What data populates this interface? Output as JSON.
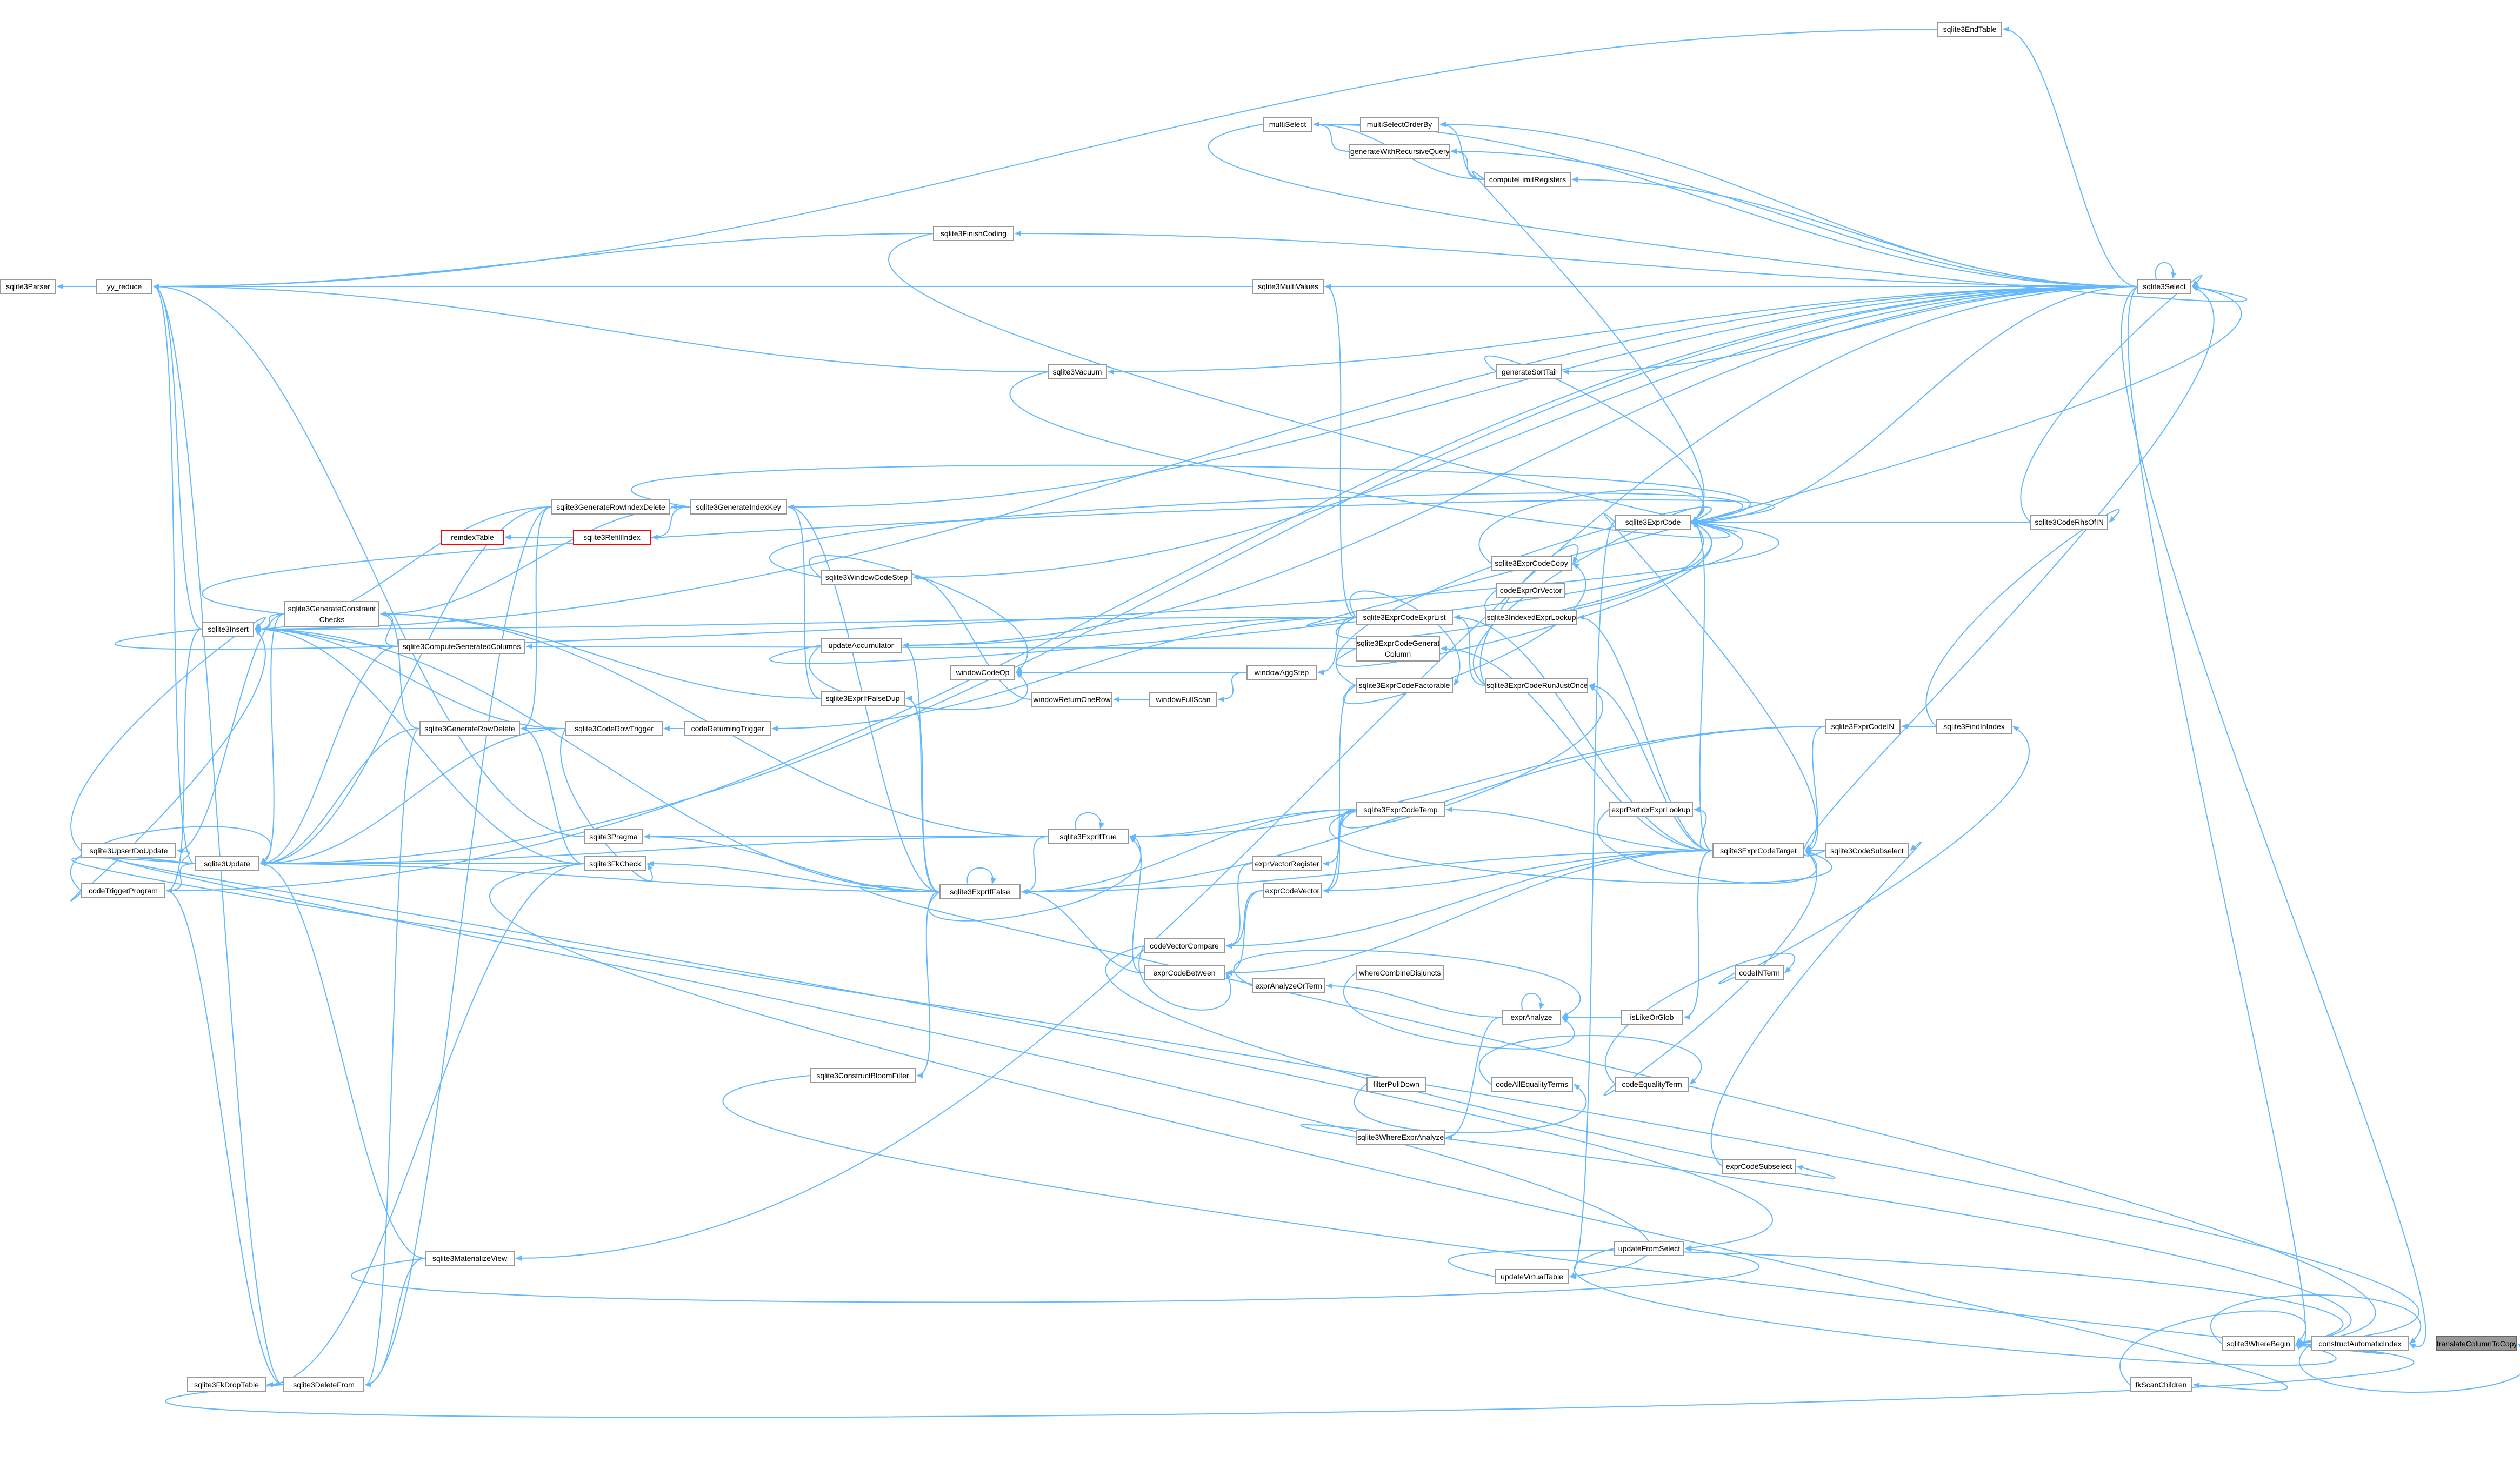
{
  "graph": {
    "colors": {
      "edge": "#63b8ff",
      "node_border": "#999999",
      "highlight_border": "#ff0000",
      "root_fill": "#999999"
    },
    "root": "translateColumnToCopy",
    "nodes": {
      "translateColumnToCopy": "translateColumnToCopy",
      "constructAutomaticIndex": "constructAutomaticIndex",
      "sqlite3WhereBegin": "sqlite3WhereBegin",
      "fkScanChildren": "fkScanChildren",
      "updateFromSelect": "updateFromSelect",
      "updateVirtualTable": "updateVirtualTable",
      "exprCodeSubselect": "exprCodeSubselect",
      "codeEqualityTerm": "codeEqualityTerm",
      "codeAllEqualityTerms": "codeAllEqualityTerms",
      "filterPullDown": "filterPullDown",
      "sqlite3WhereExprAnalyze": "sqlite3WhereExprAnalyze",
      "isLikeOrGlob": "isLikeOrGlob",
      "exprAnalyze": "exprAnalyze",
      "whereCombineDisjuncts": "whereCombineDisjuncts",
      "exprAnalyzeOrTerm": "exprAnalyzeOrTerm",
      "codeINTerm": "codeINTerm",
      "sqlite3CodeSubselect": "sqlite3CodeSubselect",
      "sqlite3FindInIndex": "sqlite3FindInIndex",
      "sqlite3CodeRhsOfIN": "sqlite3CodeRhsOfIN",
      "sqlite3ExprCodeIN": "sqlite3ExprCodeIN",
      "sqlite3ExprCodeTarget": "sqlite3ExprCodeTarget",
      "exprPartidxExprLookup": "exprPartidxExprLookup",
      "sqlite3ExprCode": "sqlite3ExprCode",
      "sqlite3ExprCodeCopy": "sqlite3ExprCodeCopy",
      "codeExprOrVector": "codeExprOrVector",
      "sqlite3IndexedExprLookup": "sqlite3IndexedExprLookup",
      "sqlite3ExprCodeExprList": "sqlite3ExprCodeExprList",
      "sqlite3ExprCodeGeneratedColumn": "sqlite3ExprCodeGenerated Column",
      "sqlite3ExprCodeFactorable": "sqlite3ExprCodeFactorable",
      "sqlite3ExprCodeRunJustOnce": "sqlite3ExprCodeRunJustOnce",
      "sqlite3ExprCodeTemp": "sqlite3ExprCodeTemp",
      "exprVectorRegister": "exprVectorRegister",
      "exprCodeVector": "exprCodeVector",
      "codeVectorCompare": "codeVectorCompare",
      "exprCodeBetween": "exprCodeBetween",
      "sqlite3ExprIfTrue": "sqlite3ExprIfTrue",
      "sqlite3ExprIfFalse": "sqlite3ExprIfFalse",
      "sqlite3ExprIfFalseDup": "sqlite3ExprIfFalseDup",
      "sqlite3ConstructBloomFilter": "sqlite3ConstructBloomFilter",
      "sqlite3Select": "sqlite3Select",
      "sqlite3EndTable": "sqlite3EndTable",
      "multiSelect": "multiSelect",
      "multiSelectOrderBy": "multiSelectOrderBy",
      "generateWithRecursiveQuery": "generateWithRecursiveQuery",
      "computeLimitRegisters": "computeLimitRegisters",
      "sqlite3FinishCoding": "sqlite3FinishCoding",
      "sqlite3MultiValues": "sqlite3MultiValues",
      "sqlite3Vacuum": "sqlite3Vacuum",
      "generateSortTail": "generateSortTail",
      "yy_reduce": "yy_reduce",
      "sqlite3Parser": "sqlite3Parser",
      "sqlite3WindowCodeStep": "sqlite3WindowCodeStep",
      "updateAccumulator": "updateAccumulator",
      "windowCodeOp": "windowCodeOp",
      "windowAggStep": "windowAggStep",
      "windowReturnOneRow": "windowReturnOneRow",
      "windowFullScan": "windowFullScan",
      "sqlite3GenerateIndexKey": "sqlite3GenerateIndexKey",
      "sqlite3GenerateRowIndexDelete": "sqlite3GenerateRowIndexDelete",
      "reindexTable": "reindexTable",
      "sqlite3RefillIndex": "sqlite3RefillIndex",
      "sqlite3Insert": "sqlite3Insert",
      "sqlite3GenerateConstraintChecks": "sqlite3GenerateConstraint Checks",
      "sqlite3ComputeGeneratedColumns": "sqlite3ComputeGeneratedColumns",
      "sqlite3GenerateRowDelete": "sqlite3GenerateRowDelete",
      "sqlite3CodeRowTrigger": "sqlite3CodeRowTrigger",
      "codeReturningTrigger": "codeReturningTrigger",
      "codeTriggerProgram": "codeTriggerProgram",
      "sqlite3UpsertDoUpdate": "sqlite3UpsertDoUpdate",
      "sqlite3Update": "sqlite3Update",
      "sqlite3Pragma": "sqlite3Pragma",
      "sqlite3FkCheck": "sqlite3FkCheck",
      "sqlite3MaterializeView": "sqlite3MaterializeView",
      "sqlite3FkDropTable": "sqlite3FkDropTable",
      "sqlite3DeleteFrom": "sqlite3DeleteFrom"
    },
    "edges": [
      [
        "constructAutomaticIndex",
        "translateColumnToCopy"
      ],
      [
        "sqlite3WhereBegin",
        "constructAutomaticIndex"
      ],
      [
        "sqlite3Select",
        "constructAutomaticIndex"
      ],
      [
        "fkScanChildren",
        "sqlite3WhereBegin"
      ],
      [
        "updateFromSelect",
        "sqlite3WhereBegin"
      ],
      [
        "updateVirtualTable",
        "sqlite3WhereBegin"
      ],
      [
        "sqlite3Select",
        "sqlite3WhereBegin"
      ],
      [
        "sqlite3Update",
        "sqlite3WhereBegin"
      ],
      [
        "sqlite3DeleteFrom",
        "sqlite3WhereBegin"
      ],
      [
        "sqlite3WhereExprAnalyze",
        "sqlite3WhereBegin"
      ],
      [
        "sqlite3ConstructBloomFilter",
        "sqlite3WhereBegin"
      ],
      [
        "sqlite3ExprIfFalse",
        "sqlite3WhereBegin"
      ],
      [
        "sqlite3FkCheck",
        "fkScanChildren"
      ],
      [
        "sqlite3Update",
        "updateFromSelect"
      ],
      [
        "sqlite3MaterializeView",
        "updateFromSelect"
      ],
      [
        "sqlite3Update",
        "updateVirtualTable"
      ],
      [
        "sqlite3ExprCode",
        "updateVirtualTable"
      ],
      [
        "exprCodeSubselect",
        "sqlite3CodeSubselect"
      ],
      [
        "codeVectorCompare",
        "exprCodeSubselect"
      ],
      [
        "codeEqualityTerm",
        "codeINTerm"
      ],
      [
        "codeEqualityTerm",
        "sqlite3ExprCodeTarget"
      ],
      [
        "codeAllEqualityTerms",
        "codeEqualityTerm"
      ],
      [
        "filterPullDown",
        "codeAllEqualityTerms"
      ],
      [
        "exprAnalyze",
        "sqlite3WhereExprAnalyze"
      ],
      [
        "isLikeOrGlob",
        "exprAnalyze"
      ],
      [
        "exprAnalyze",
        "exprAnalyze"
      ],
      [
        "whereCombineDisjuncts",
        "exprAnalyze"
      ],
      [
        "exprAnalyzeOrTerm",
        "exprAnalyze"
      ],
      [
        "exprAnalyze",
        "exprAnalyzeOrTerm"
      ],
      [
        "sqlite3ExprCodeTarget",
        "isLikeOrGlob"
      ],
      [
        "codeINTerm",
        "sqlite3FindInIndex"
      ],
      [
        "sqlite3CodeSubselect",
        "sqlite3ExprCodeTarget"
      ],
      [
        "sqlite3CodeSubselect",
        "sqlite3Select"
      ],
      [
        "sqlite3FindInIndex",
        "sqlite3CodeRhsOfIN"
      ],
      [
        "sqlite3FindInIndex",
        "sqlite3ExprCodeIN"
      ],
      [
        "sqlite3CodeRhsOfIN",
        "sqlite3Select"
      ],
      [
        "sqlite3CodeRhsOfIN",
        "sqlite3ExprCode"
      ],
      [
        "sqlite3ExprCodeIN",
        "sqlite3ExprCodeTarget"
      ],
      [
        "sqlite3ExprCodeIN",
        "sqlite3ExprIfTrue"
      ],
      [
        "sqlite3ExprCodeIN",
        "sqlite3ExprIfFalse"
      ],
      [
        "sqlite3ExprCodeTarget",
        "sqlite3ExprCode"
      ],
      [
        "sqlite3ExprCode",
        "sqlite3ExprCodeTarget"
      ],
      [
        "sqlite3ExprCodeTarget",
        "sqlite3ExprCodeTemp"
      ],
      [
        "sqlite3ExprCodeTarget",
        "exprCodeBetween"
      ],
      [
        "sqlite3ExprCodeTarget",
        "exprCodeVector"
      ],
      [
        "sqlite3ExprCodeTarget",
        "sqlite3ExprCodeRunJustOnce"
      ],
      [
        "sqlite3ExprCodeTarget",
        "sqlite3ExprCodeExprList"
      ],
      [
        "sqlite3ExprCodeTarget",
        "sqlite3ExprCodeGeneratedColumn"
      ],
      [
        "exprPartidxExprLookup",
        "sqlite3ExprCodeTarget"
      ],
      [
        "sqlite3ExprCodeTarget",
        "exprPartidxExprLookup"
      ],
      [
        "sqlite3ExprCodeTarget",
        "sqlite3IndexedExprLookup"
      ],
      [
        "sqlite3ExprCodeTarget",
        "codeVectorCompare"
      ],
      [
        "sqlite3ExprCodeTarget",
        "sqlite3ExprIfFalse"
      ],
      [
        "sqlite3ExprCodeCopy",
        "sqlite3ExprCode"
      ],
      [
        "codeExprOrVector",
        "sqlite3ExprCode"
      ],
      [
        "sqlite3ExprCodeFactorable",
        "sqlite3ExprCode"
      ],
      [
        "sqlite3ExprCodeExprList",
        "sqlite3ExprCode"
      ],
      [
        "sqlite3ExprCodeRunJustOnce",
        "sqlite3ExprCode"
      ],
      [
        "sqlite3ExprCodeGeneratedColumn",
        "sqlite3ExprCode"
      ],
      [
        "generateSortTail",
        "sqlite3ExprCode"
      ],
      [
        "sqlite3Vacuum",
        "sqlite3ExprCode"
      ],
      [
        "sqlite3WindowCodeStep",
        "sqlite3ExprCode"
      ],
      [
        "updateAccumulator",
        "sqlite3ExprCode"
      ],
      [
        "sqlite3GenerateIndexKey",
        "sqlite3ExprCode"
      ],
      [
        "sqlite3Insert",
        "sqlite3ExprCode"
      ],
      [
        "sqlite3GenerateConstraintChecks",
        "sqlite3ExprCode"
      ],
      [
        "sqlite3FinishCoding",
        "sqlite3ExprCode"
      ],
      [
        "computeLimitRegisters",
        "sqlite3ExprCode"
      ],
      [
        "sqlite3Select",
        "sqlite3ExprCode"
      ],
      [
        "sqlite3ExprCodeRunJustOnce",
        "sqlite3ExprCodeCopy"
      ],
      [
        "sqlite3ExprCodeFactorable",
        "sqlite3ExprCodeCopy"
      ],
      [
        "sqlite3ExprCodeExprList",
        "sqlite3ExprCodeFactorable"
      ],
      [
        "sqlite3ExprCodeTemp",
        "sqlite3ExprCodeRunJustOnce"
      ],
      [
        "sqlite3ExprCodeRunJustOnce",
        "sqlite3ExprCodeExprList"
      ],
      [
        "sqlite3ExprCodeExprList",
        "sqlite3MultiValues"
      ],
      [
        "sqlite3ExprCodeExprList",
        "updateAccumulator"
      ],
      [
        "sqlite3ExprCodeExprList",
        "sqlite3Select"
      ],
      [
        "sqlite3ExprCodeExprList",
        "sqlite3Insert"
      ],
      [
        "sqlite3ExprCodeGeneratedColumn",
        "sqlite3ComputeGeneratedColumns"
      ],
      [
        "sqlite3ExprCodeFactorable",
        "exprCodeVector"
      ],
      [
        "sqlite3ExprCodeTemp",
        "exprVectorRegister"
      ],
      [
        "sqlite3ExprCodeTemp",
        "exprCodeVector"
      ],
      [
        "sqlite3ExprCodeTemp",
        "sqlite3ExprIfTrue"
      ],
      [
        "sqlite3ExprCodeTemp",
        "sqlite3ExprIfFalse"
      ],
      [
        "sqlite3ExprCodeTemp",
        "sqlite3ExprCodeTarget"
      ],
      [
        "exprVectorRegister",
        "codeVectorCompare"
      ],
      [
        "exprCodeVector",
        "codeVectorCompare"
      ],
      [
        "exprCodeVector",
        "exprCodeBetween"
      ],
      [
        "codeVectorCompare",
        "exprCodeBetween"
      ],
      [
        "exprCodeBetween",
        "sqlite3ExprIfTrue"
      ],
      [
        "exprCodeBetween",
        "sqlite3ExprIfFalse"
      ],
      [
        "sqlite3ExprIfTrue",
        "sqlite3ExprIfFalse"
      ],
      [
        "sqlite3ExprIfFalse",
        "sqlite3ExprIfTrue"
      ],
      [
        "sqlite3ExprIfTrue",
        "sqlite3ExprIfTrue"
      ],
      [
        "sqlite3ExprIfFalse",
        "sqlite3ExprIfFalse"
      ],
      [
        "sqlite3ExprIfTrue",
        "sqlite3Pragma"
      ],
      [
        "sqlite3ExprIfTrue",
        "sqlite3Update"
      ],
      [
        "sqlite3ExprIfTrue",
        "sqlite3GenerateConstraintChecks"
      ],
      [
        "sqlite3ExprIfFalse",
        "sqlite3ExprIfFalseDup"
      ],
      [
        "sqlite3ExprIfFalse",
        "sqlite3ConstructBloomFilter"
      ],
      [
        "sqlite3ExprIfFalse",
        "sqlite3FkCheck"
      ],
      [
        "sqlite3ExprIfFalse",
        "sqlite3Update"
      ],
      [
        "sqlite3ExprIfFalse",
        "sqlite3Insert"
      ],
      [
        "sqlite3ExprIfFalse",
        "updateAccumulator"
      ],
      [
        "sqlite3ExprIfFalse",
        "sqlite3Pragma"
      ],
      [
        "sqlite3ExprIfFalse",
        "sqlite3GenerateIndexKey"
      ],
      [
        "sqlite3ExprIfFalseDup",
        "sqlite3GenerateIndexKey"
      ],
      [
        "sqlite3ExprIfFalseDup",
        "sqlite3GenerateConstraintChecks"
      ],
      [
        "sqlite3Select",
        "sqlite3Select"
      ],
      [
        "sqlite3Select",
        "sqlite3EndTable"
      ],
      [
        "sqlite3Select",
        "multiSelect"
      ],
      [
        "sqlite3Select",
        "multiSelectOrderBy"
      ],
      [
        "sqlite3Select",
        "generateWithRecursiveQuery"
      ],
      [
        "sqlite3Select",
        "sqlite3FinishCoding"
      ],
      [
        "sqlite3Select",
        "sqlite3MultiValues"
      ],
      [
        "sqlite3Select",
        "yy_reduce"
      ],
      [
        "sqlite3Select",
        "sqlite3Insert"
      ],
      [
        "sqlite3Select",
        "sqlite3Update"
      ],
      [
        "sqlite3Select",
        "codeTriggerProgram"
      ],
      [
        "sqlite3Select",
        "computeLimitRegisters"
      ],
      [
        "sqlite3Select",
        "generateSortTail"
      ],
      [
        "sqlite3Select",
        "sqlite3WindowCodeStep"
      ],
      [
        "sqlite3Select",
        "updateAccumulator"
      ],
      [
        "sqlite3Select",
        "sqlite3Vacuum"
      ],
      [
        "sqlite3Select",
        "sqlite3GenerateIndexKey"
      ],
      [
        "sqlite3Select",
        "sqlite3MaterializeView"
      ],
      [
        "sqlite3EndTable",
        "yy_reduce"
      ],
      [
        "multiSelectOrderBy",
        "multiSelect"
      ],
      [
        "generateWithRecursiveQuery",
        "multiSelect"
      ],
      [
        "computeLimitRegisters",
        "multiSelect"
      ],
      [
        "computeLimitRegisters",
        "multiSelectOrderBy"
      ],
      [
        "computeLimitRegisters",
        "generateWithRecursiveQuery"
      ],
      [
        "multiSelect",
        "sqlite3Select"
      ],
      [
        "sqlite3FinishCoding",
        "yy_reduce"
      ],
      [
        "sqlite3MultiValues",
        "yy_reduce"
      ],
      [
        "sqlite3Vacuum",
        "yy_reduce"
      ],
      [
        "yy_reduce",
        "sqlite3Parser"
      ],
      [
        "sqlite3WindowCodeStep",
        "windowCodeOp"
      ],
      [
        "updateAccumulator",
        "windowCodeOp"
      ],
      [
        "windowAggStep",
        "windowCodeOp"
      ],
      [
        "windowAggStep",
        "windowFullScan"
      ],
      [
        "windowFullScan",
        "windowReturnOneRow"
      ],
      [
        "windowReturnOneRow",
        "sqlite3WindowCodeStep"
      ],
      [
        "sqlite3ExprCodeExprList",
        "windowAggStep"
      ],
      [
        "sqlite3GenerateIndexKey",
        "sqlite3GenerateRowIndexDelete"
      ],
      [
        "sqlite3GenerateIndexKey",
        "sqlite3RefillIndex"
      ],
      [
        "sqlite3GenerateIndexKey",
        "sqlite3GenerateConstraintChecks"
      ],
      [
        "sqlite3RefillIndex",
        "reindexTable"
      ],
      [
        "sqlite3GenerateRowIndexDelete",
        "sqlite3GenerateRowDelete"
      ],
      [
        "sqlite3GenerateRowIndexDelete",
        "sqlite3Update"
      ],
      [
        "sqlite3GenerateRowIndexDelete",
        "sqlite3Insert"
      ],
      [
        "sqlite3GenerateRowIndexDelete",
        "sqlite3DeleteFrom"
      ],
      [
        "sqlite3Insert",
        "yy_reduce"
      ],
      [
        "sqlite3Insert",
        "codeTriggerProgram"
      ],
      [
        "sqlite3GenerateConstraintChecks",
        "sqlite3Insert"
      ],
      [
        "sqlite3GenerateConstraintChecks",
        "sqlite3Update"
      ],
      [
        "sqlite3GenerateConstraintChecks",
        "sqlite3UpsertDoUpdate"
      ],
      [
        "sqlite3ComputeGeneratedColumns",
        "sqlite3Insert"
      ],
      [
        "sqlite3ComputeGeneratedColumns",
        "sqlite3Update"
      ],
      [
        "sqlite3ComputeGeneratedColumns",
        "sqlite3GenerateConstraintChecks"
      ],
      [
        "sqlite3GenerateRowDelete",
        "sqlite3DeleteFrom"
      ],
      [
        "sqlite3GenerateRowDelete",
        "sqlite3Update"
      ],
      [
        "sqlite3GenerateRowDelete",
        "sqlite3GenerateConstraintChecks"
      ],
      [
        "sqlite3CodeRowTrigger",
        "sqlite3GenerateRowDelete"
      ],
      [
        "sqlite3CodeRowTrigger",
        "sqlite3Update"
      ],
      [
        "sqlite3CodeRowTrigger",
        "sqlite3Insert"
      ],
      [
        "sqlite3CodeRowTrigger",
        "sqlite3FkCheck"
      ],
      [
        "codeReturningTrigger",
        "sqlite3CodeRowTrigger"
      ],
      [
        "sqlite3ExprCodeExprList",
        "codeReturningTrigger"
      ],
      [
        "sqlite3UpsertDoUpdate",
        "sqlite3Insert"
      ],
      [
        "codeTriggerProgram",
        "sqlite3Insert"
      ],
      [
        "codeTriggerProgram",
        "sqlite3Update"
      ],
      [
        "sqlite3Update",
        "yy_reduce"
      ],
      [
        "sqlite3Update",
        "codeTriggerProgram"
      ],
      [
        "sqlite3Update",
        "sqlite3UpsertDoUpdate"
      ],
      [
        "sqlite3FkCheck",
        "sqlite3Update"
      ],
      [
        "sqlite3FkCheck",
        "sqlite3Insert"
      ],
      [
        "sqlite3FkCheck",
        "sqlite3GenerateRowDelete"
      ],
      [
        "sqlite3FkCheck",
        "sqlite3FkDropTable"
      ],
      [
        "sqlite3Pragma",
        "yy_reduce"
      ],
      [
        "sqlite3MaterializeView",
        "sqlite3Update"
      ],
      [
        "sqlite3MaterializeView",
        "sqlite3DeleteFrom"
      ],
      [
        "sqlite3DeleteFrom",
        "yy_reduce"
      ],
      [
        "sqlite3DeleteFrom",
        "codeTriggerProgram"
      ],
      [
        "sqlite3DeleteFrom",
        "sqlite3FkDropTable"
      ]
    ]
  }
}
